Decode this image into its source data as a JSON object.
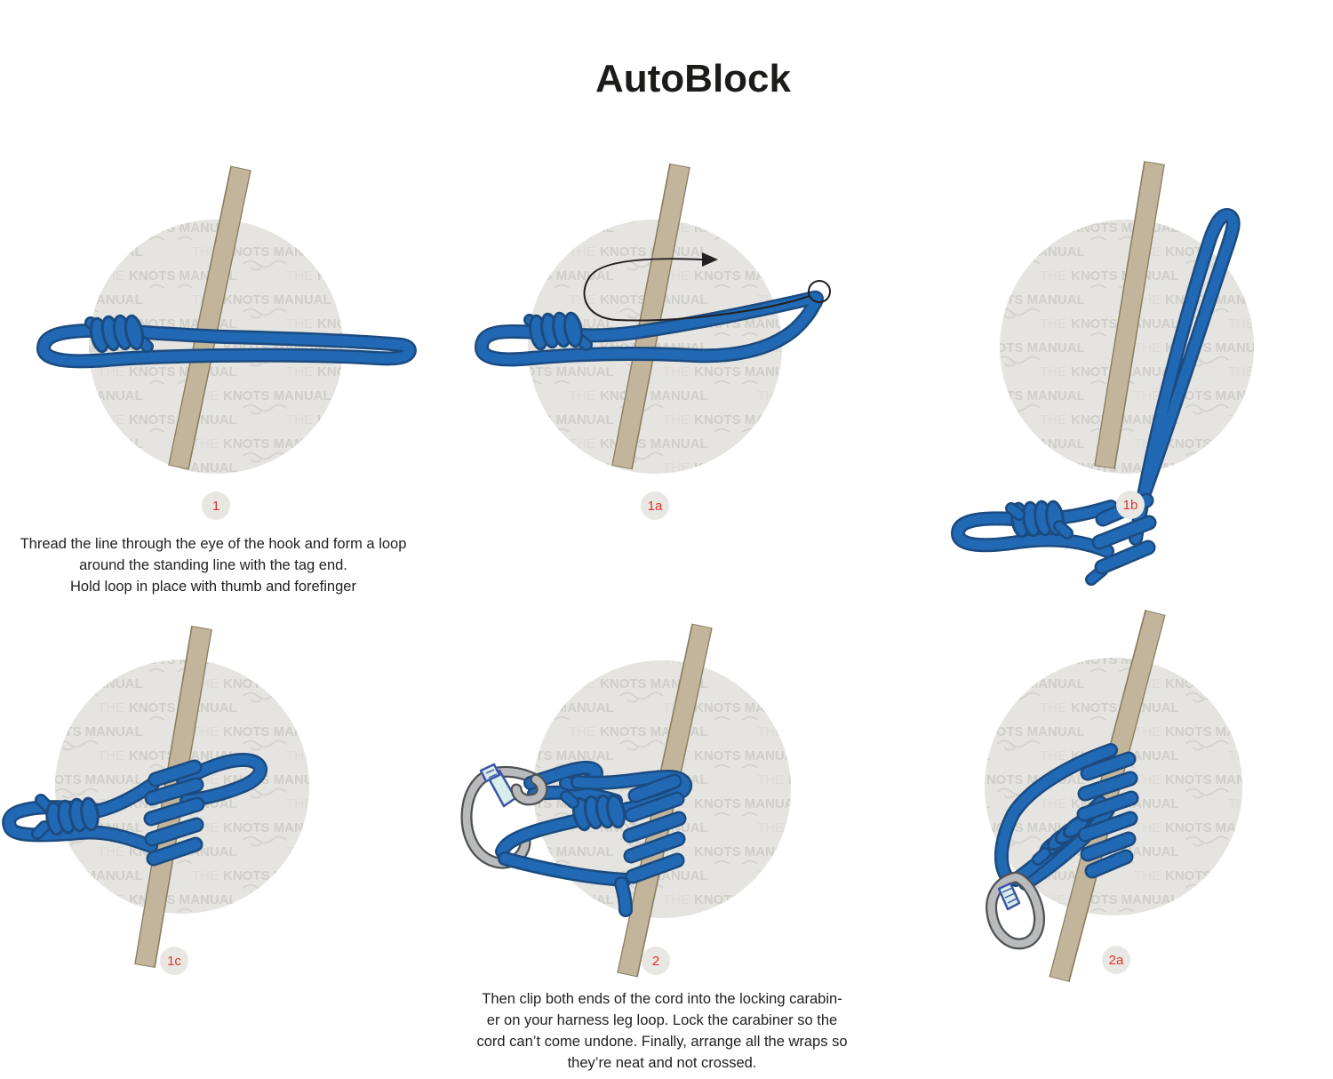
{
  "title": "AutoBlock",
  "watermark": {
    "the": "THE",
    "rest": "KNOTS MANUAL"
  },
  "colors": {
    "rope_blue": "#2169b4",
    "rope_outline": "#1b4b80",
    "rod_tan": "#c3b59c",
    "circle_gray": "#e5e4e0",
    "badge_red": "#d9352c",
    "carabiner_gray": "#b9babc"
  },
  "panels": [
    {
      "badge": "1"
    },
    {
      "badge": "1a"
    },
    {
      "badge": "1b"
    },
    {
      "badge": "1c"
    },
    {
      "badge": "2"
    },
    {
      "badge": "2a"
    }
  ],
  "captions": {
    "step1": {
      "lines": [
        "Thread the line through the eye of the hook and form a loop",
        "around the standing line with the tag end.",
        "Hold loop in place with thumb and forefinger"
      ]
    },
    "step2": {
      "lines": [
        "Then clip both ends of the cord into the locking carabin-",
        "er on your harness leg loop. Lock the carabiner so the",
        "cord can’t come undone. Finally, arrange all the wraps so",
        "they’re neat and not crossed."
      ]
    }
  }
}
